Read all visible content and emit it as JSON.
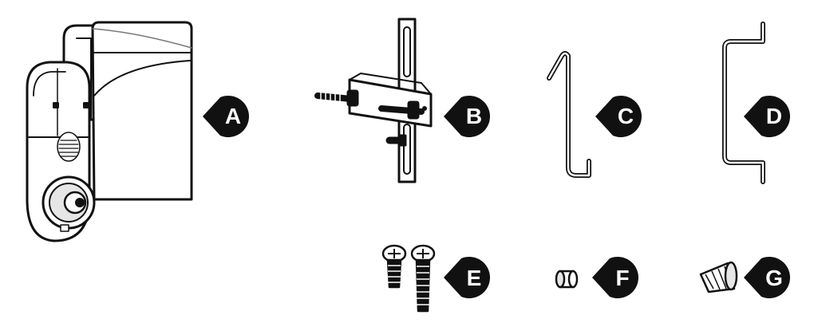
{
  "colors": {
    "ink": "#111111",
    "paper": "#ffffff",
    "shade": "#e6e6e6",
    "tag_text": "#ffffff"
  },
  "parts": [
    {
      "label": "A",
      "icon": "camera-light-fixture-icon"
    },
    {
      "label": "B",
      "icon": "mounting-bracket-icon"
    },
    {
      "label": "C",
      "icon": "hook-wire-icon"
    },
    {
      "label": "D",
      "icon": "z-bracket-wire-icon"
    },
    {
      "label": "E",
      "icon": "screws-icon"
    },
    {
      "label": "F",
      "icon": "spacer-nut-icon"
    },
    {
      "label": "G",
      "icon": "wire-nut-icon"
    }
  ]
}
